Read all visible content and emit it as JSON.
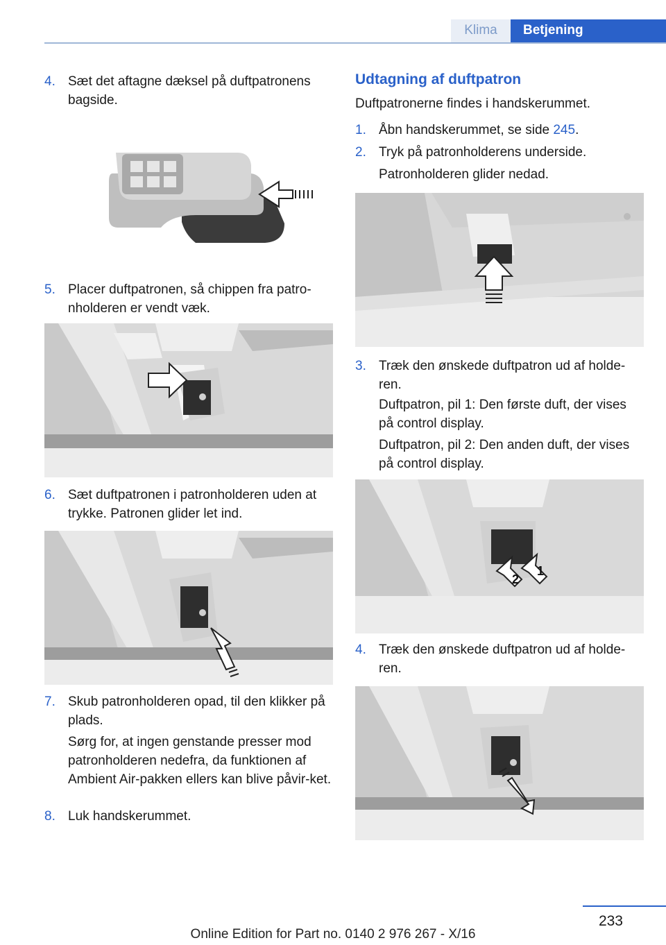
{
  "header": {
    "tab_klima": "Klima",
    "tab_betjening": "Betjening"
  },
  "left": {
    "step4": {
      "num": "4.",
      "text": "Sæt det aftagne dæksel på duftpatronens bagside."
    },
    "step5": {
      "num": "5.",
      "text": "Placer duftpatronen, så chippen fra patro-nholderen er vendt væk."
    },
    "step6": {
      "num": "6.",
      "text": "Sæt duftpatronen i patronholderen uden at trykke. Patronen glider let ind."
    },
    "step7": {
      "num": "7.",
      "text": "Skub patronholderen opad, til den klikker på plads.",
      "note": "Sørg for, at ingen genstande presser mod patronholderen nedefra, da funktionen af Ambient Air-pakken ellers kan blive påvir-ket."
    },
    "step8": {
      "num": "8.",
      "text": "Luk handskerummet."
    }
  },
  "right": {
    "title": "Udtagning af duftpatron",
    "intro": "Duftpatronerne findes i handskerummet.",
    "step1": {
      "num": "1.",
      "text_pre": "Åbn handskerummet, se side ",
      "link": "245",
      "text_post": "."
    },
    "step2": {
      "num": "2.",
      "text": "Tryk på patronholderens underside.",
      "note": "Patronholderen glider nedad."
    },
    "step3": {
      "num": "3.",
      "text": "Træk den ønskede duftpatron ud af holde-ren.",
      "note1": "Duftpatron, pil 1: Den første duft, der vises på control display.",
      "note2": "Duftpatron, pil 2: Den anden duft, der vises på control display."
    },
    "step4": {
      "num": "4.",
      "text": "Træk den ønskede duftpatron ud af holde-ren."
    },
    "arrow_labels": [
      "2",
      "1"
    ]
  },
  "footer": {
    "page_number": "233",
    "edition": "Online Edition for Part no. 0140 2 976 267 - X/16"
  }
}
